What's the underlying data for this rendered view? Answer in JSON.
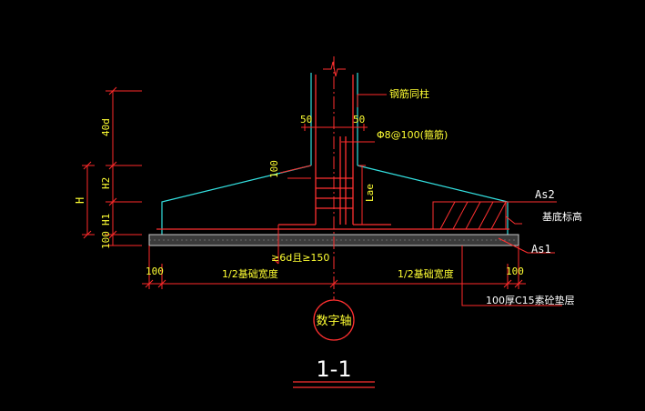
{
  "drawing": {
    "colors": {
      "background": "#000000",
      "dimension_red": "#ff2a2a",
      "text_yellow": "#ffff33",
      "column_cyan": "#33e0e0",
      "rebar_red": "#ff3030",
      "axis_red": "#ff3030",
      "white_text": "#ffffff",
      "hatch_gray": "#c8c8c8"
    },
    "labels": {
      "top_text": "钢筋同柱",
      "stirrup_text": "Φ8@100(箍筋)",
      "dim_50_left": "50",
      "dim_50_right": "50",
      "dim_100_slope": "100",
      "dim_40d": "40d",
      "dim_H2": "H2",
      "dim_H1": "H1",
      "dim_H": "H",
      "dim_100_bottom": "100",
      "laе": "Lae",
      "as2": "As2",
      "base_elevation": "基底标高",
      "as1": "As1",
      "dim_100_left": "100",
      "dim_100_right": "100",
      "half_width_left": "1/2基础宽度",
      "half_width_right": "1/2基础宽度",
      "anchor_note": "≥6d且≥150",
      "bedding_note": "100厚C15素砼垫层",
      "axis_bubble": "数字轴",
      "section_title": "1-1"
    }
  }
}
